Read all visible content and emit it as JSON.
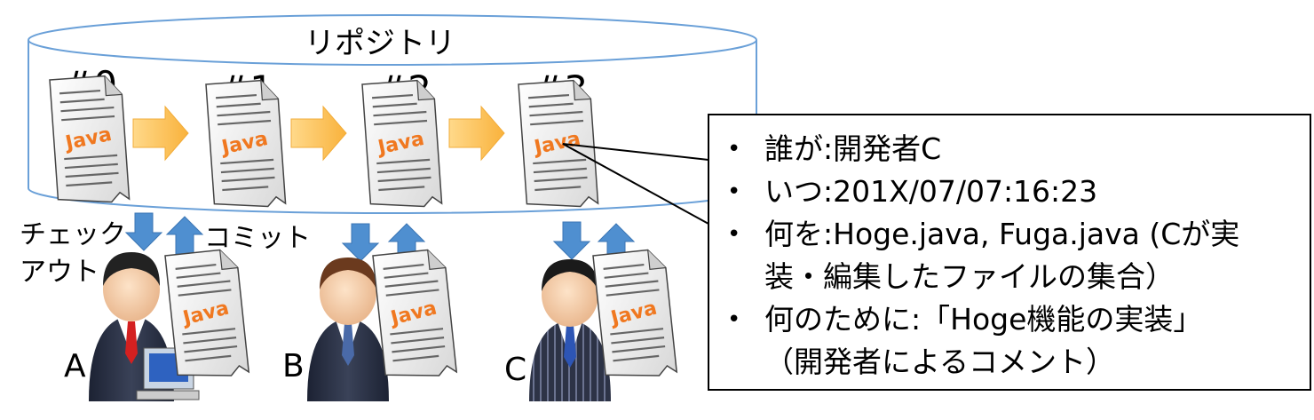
{
  "repository": {
    "label": "リポジトリ"
  },
  "revisions": [
    {
      "id": "#0",
      "file_label": "Java"
    },
    {
      "id": "#1",
      "file_label": "Java"
    },
    {
      "id": "#2",
      "file_label": "Java"
    },
    {
      "id": "#3",
      "file_label": "Java"
    }
  ],
  "actions": {
    "checkout_line1": "チェック",
    "checkout_line2": "アウト",
    "commit": "コミット"
  },
  "developers": [
    {
      "name": "A",
      "file_label": "Java",
      "tie_color": "#d42020"
    },
    {
      "name": "B",
      "file_label": "Java",
      "tie_color": "#4a6aa8"
    },
    {
      "name": "C",
      "file_label": "Java",
      "tie_color": "#2d55b5"
    }
  ],
  "info": {
    "bullet": "•",
    "items": [
      {
        "label": "誰が",
        "sep": ":",
        "value": "開発者C"
      },
      {
        "label": "いつ",
        "sep": ":",
        "value": "201X/07/07:16:23"
      },
      {
        "label": "何を",
        "sep": ":",
        "value": "Hoge.java, Fuga.java (Cが実",
        "value2": "装・編集したファイルの集合）"
      },
      {
        "label": "何のために",
        "sep": ":",
        "value": "「Hoge機能の実装」",
        "value2": "（開発者によるコメント）"
      }
    ]
  },
  "colors": {
    "cylinder_stroke": "#6aa0d8",
    "arrow_fill": "#fcc468",
    "blue_arrow": "#4f8fd0",
    "java_text": "#f07820"
  }
}
